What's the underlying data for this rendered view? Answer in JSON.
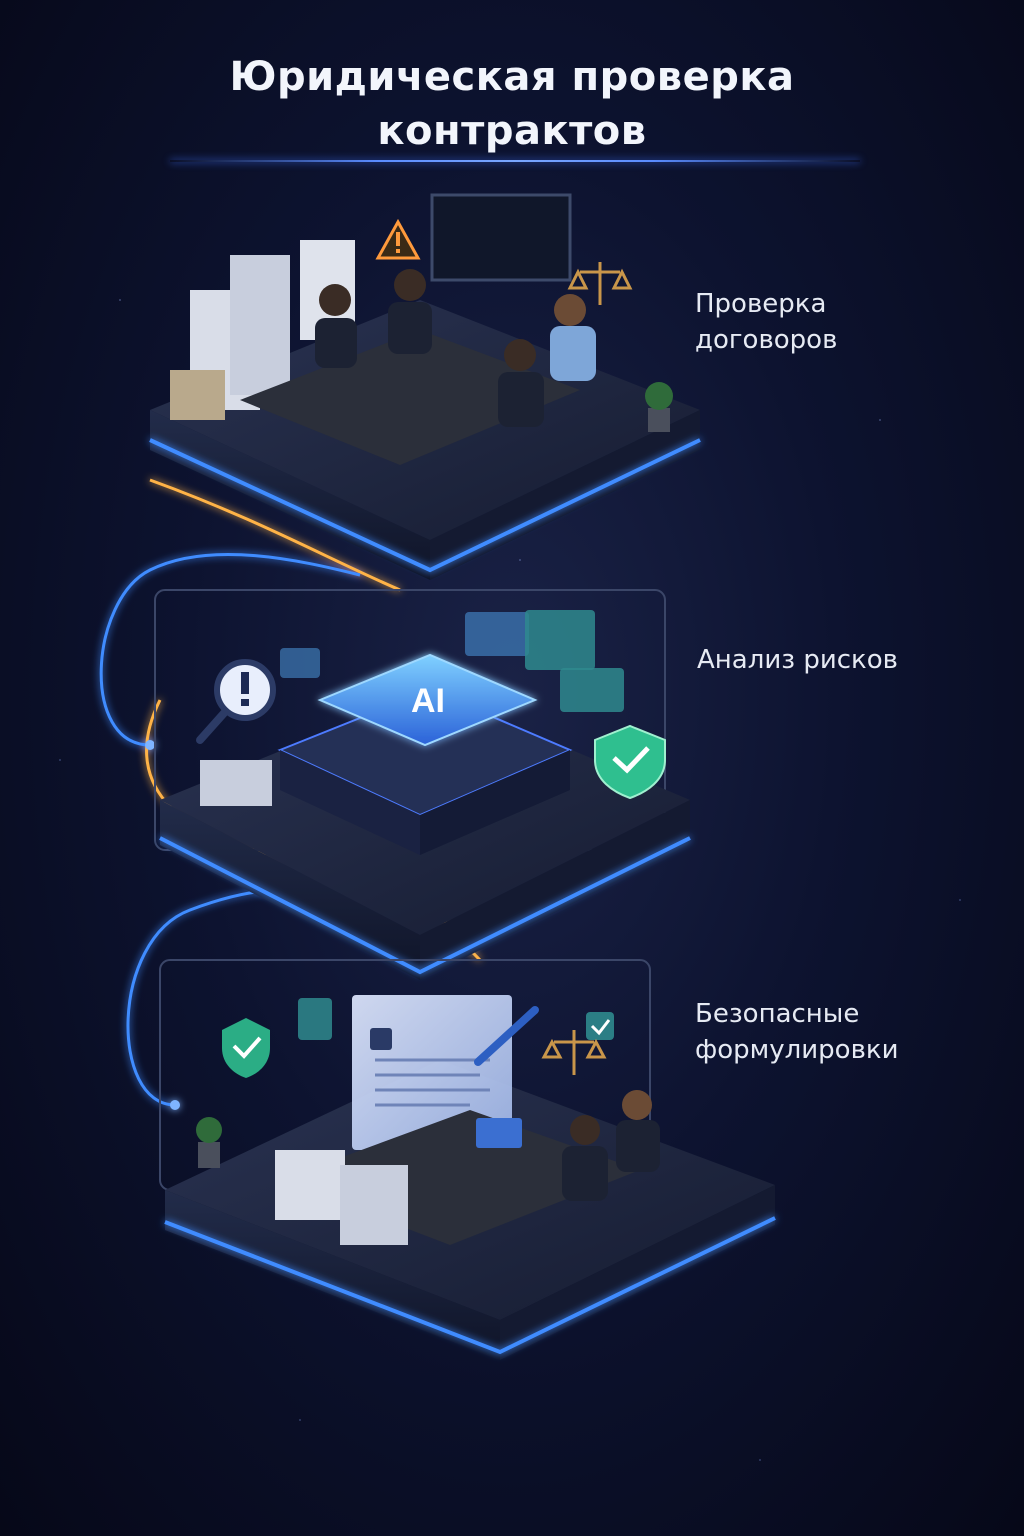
{
  "title": {
    "line1": "Юридическая проверка",
    "line2": "контрактов"
  },
  "steps": [
    {
      "line1": "Проверка",
      "line2": "договоров"
    },
    {
      "line1": "Анализ рисков"
    },
    {
      "line1": "Безопасные",
      "line2": "формулировки"
    }
  ],
  "ai_chip_text": "AI",
  "colors": {
    "background": "#0d1330",
    "neon_blue": "#3f8cff",
    "neon_orange": "#ffb347",
    "shield_green": "#2fbf8f",
    "platform": "#1e2640"
  }
}
